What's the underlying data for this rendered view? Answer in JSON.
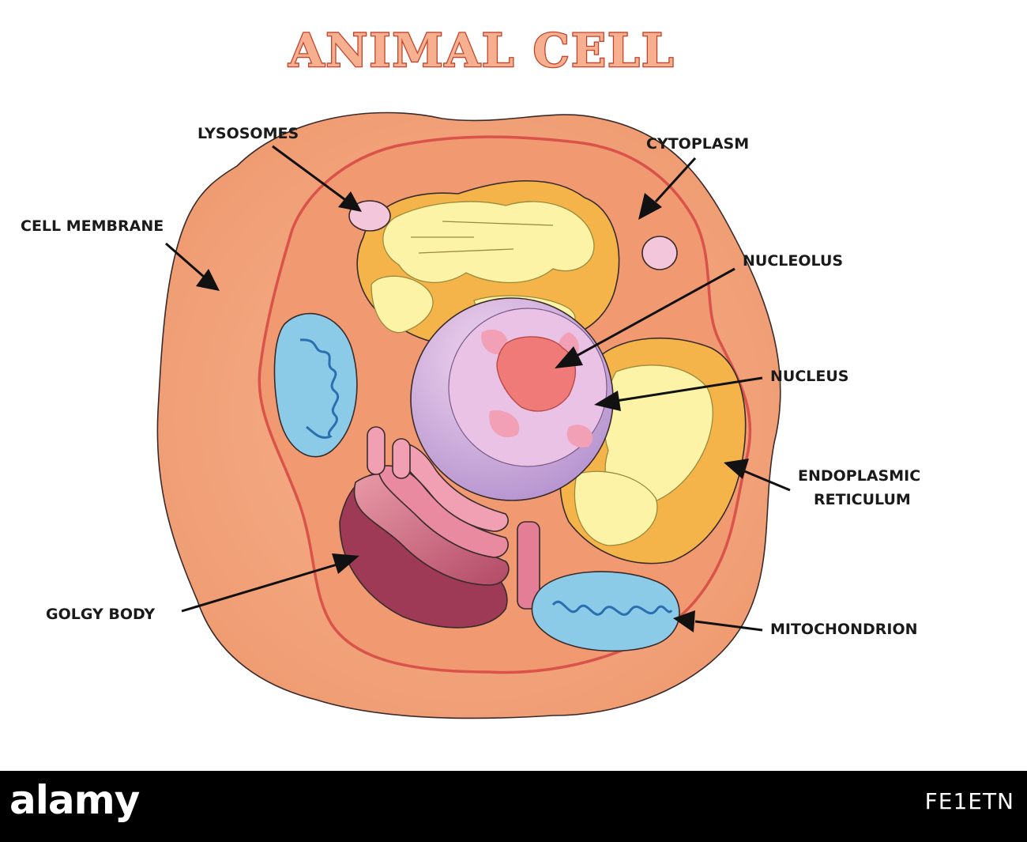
{
  "title": "ANIMAL CELL",
  "labels": {
    "lysosomes": "LYSOSOMES",
    "cytoplasm": "CYTOPLASM",
    "cell_membrane": "CELL MEMBRANE",
    "nucleolus": "NUCLEOLUS",
    "nucleus": "NUCLEUS",
    "er_line1": "ENDOPLASMIC",
    "er_line2": "RETICULUM",
    "golgi": "GOLGY BODY",
    "mitochondrion": "MITOCHONDRION"
  },
  "footer": {
    "brand": "alamy",
    "image_code": "FE1ETN"
  },
  "colors": {
    "cell_outer": "#f3a27a",
    "cytoplasm": "#f19a72",
    "membrane_line": "#d9534a",
    "er_yellow": "#fdf1a0",
    "er_orange": "#f6b84a",
    "nucleus": "#c9a6d8",
    "nucleolus": "#f47a7a",
    "mito": "#7ec6e6",
    "golgi": "#d96a86",
    "lysosome": "#f4c6dc"
  }
}
